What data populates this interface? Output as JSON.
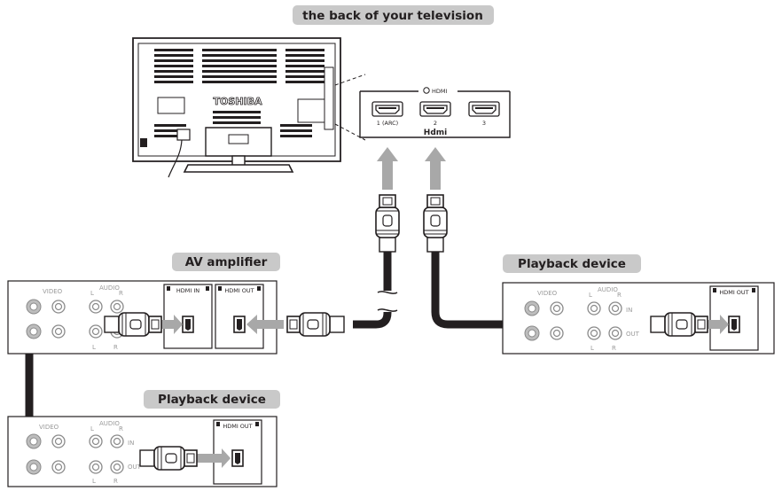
{
  "labels": {
    "tv_back": "the back of your television",
    "av_amplifier": "AV amplifier",
    "playback_right": "Playback device",
    "playback_bottom": "Playback device"
  },
  "tv": {
    "brand": "TOSHIBA"
  },
  "hdmi_panel": {
    "title": "HDMI",
    "ports": [
      "1 (ARC)",
      "2",
      "3"
    ],
    "logo": "Hdmi"
  },
  "amp_panel": {
    "video": "VIDEO",
    "audio": "AUDIO",
    "l": "L",
    "r": "R",
    "hdmi_in": "HDMI IN",
    "hdmi_out": "HDMI OUT"
  },
  "device_right_panel": {
    "video": "VIDEO",
    "audio": "AUDIO",
    "l": "L",
    "r": "R",
    "in": "IN",
    "out": "OUT",
    "hdmi_out": "HDMI OUT"
  },
  "device_bottom_panel": {
    "video": "VIDEO",
    "audio": "AUDIO",
    "l": "L",
    "r": "R",
    "in": "IN",
    "out": "OUT",
    "hdmi_out": "HDMI OUT"
  }
}
